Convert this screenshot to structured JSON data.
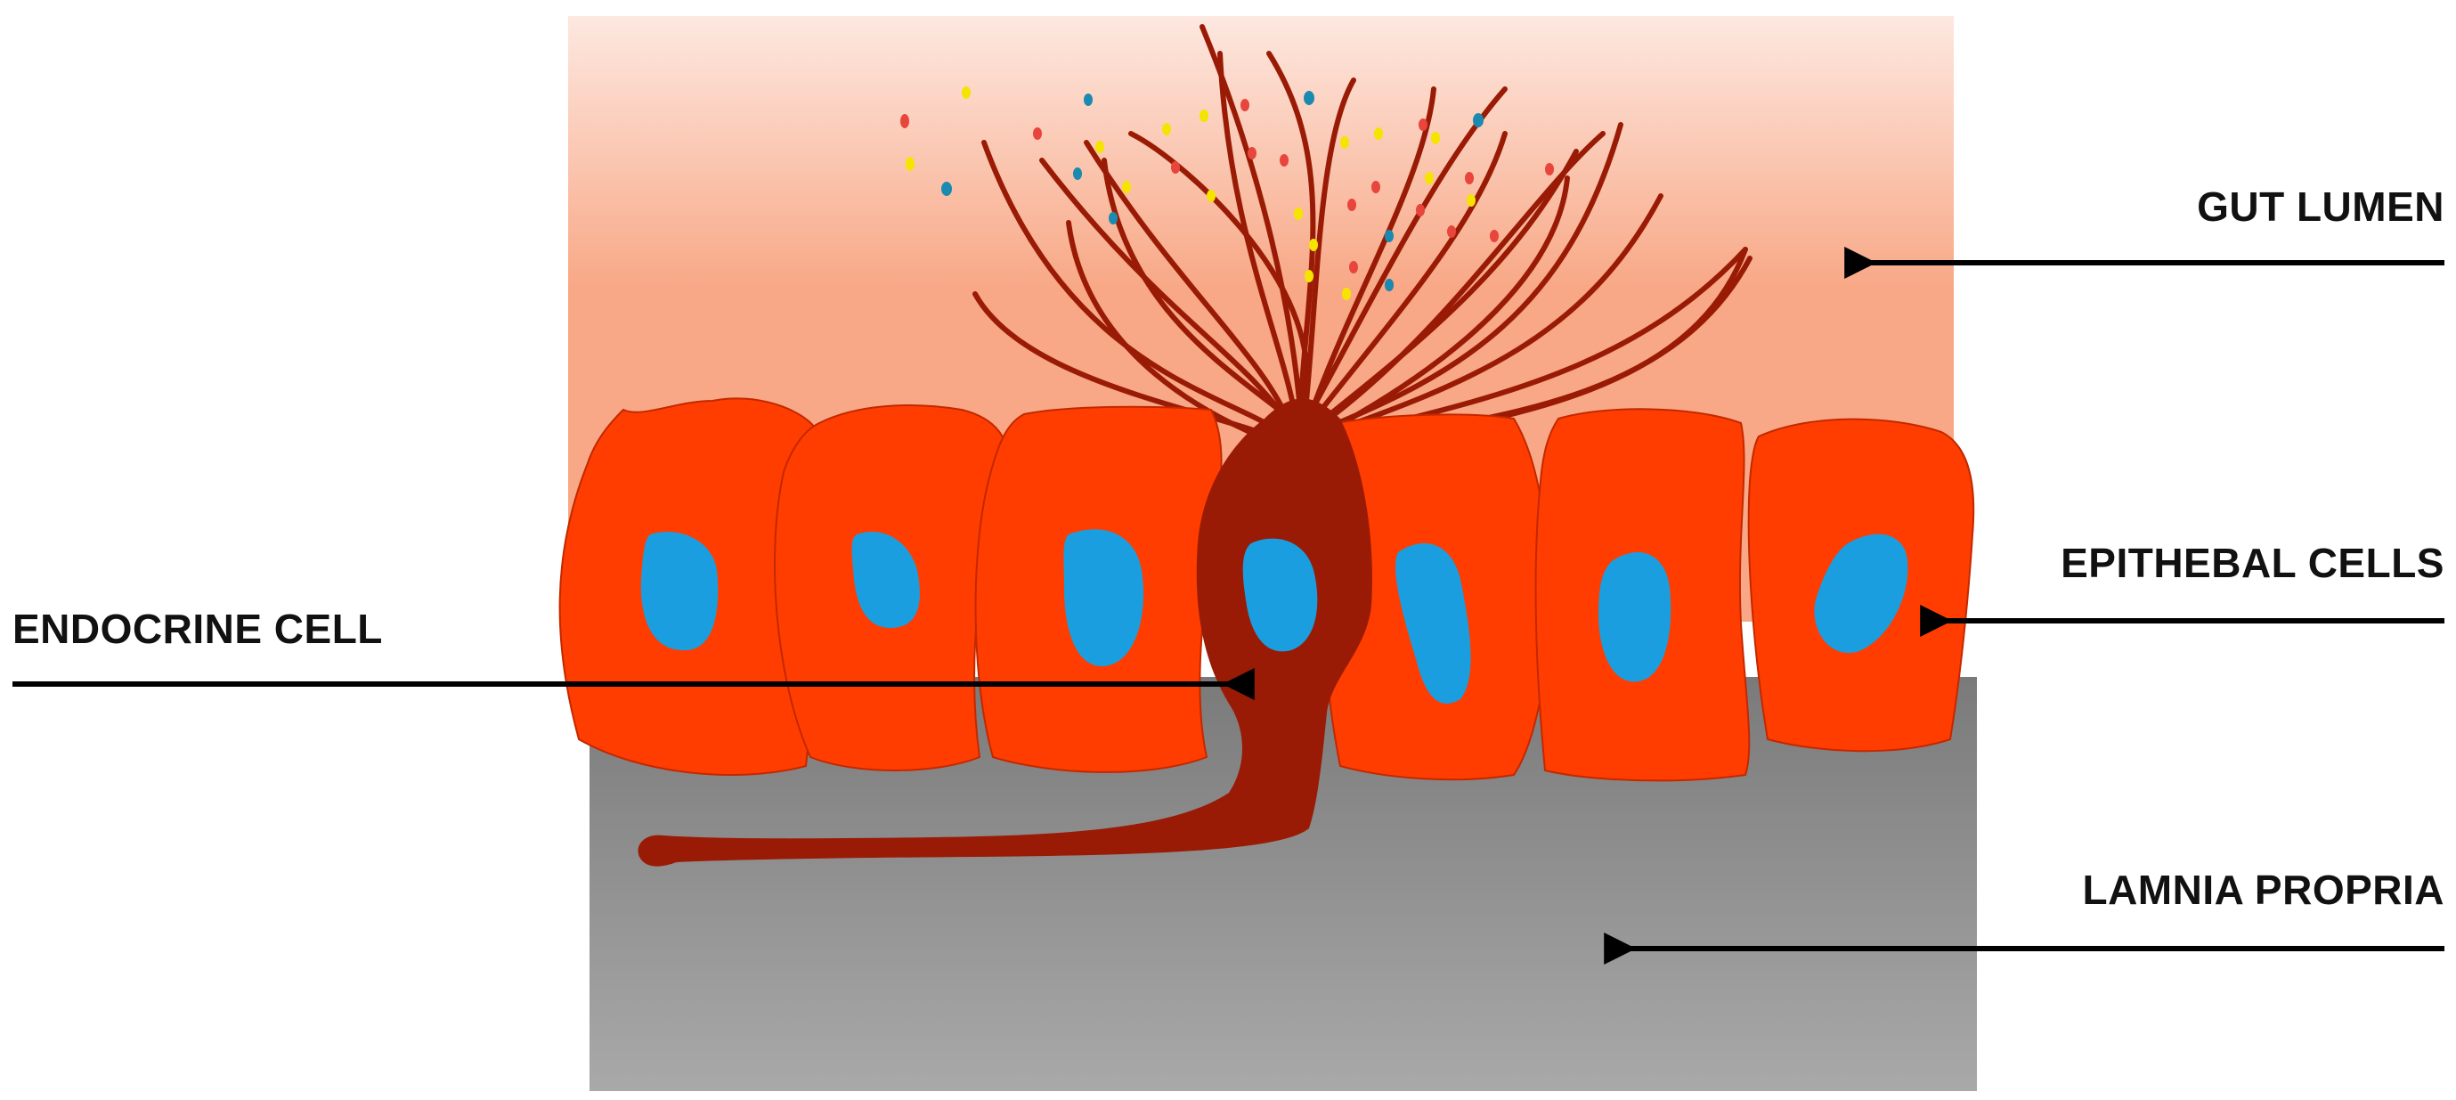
{
  "labels": {
    "gut_lumen": "GUT LUMEN",
    "epithelial_cells": "EPITHEBAL CELLS",
    "endocrine_cell": "ENDOCRINE CELL",
    "lamina_propria": "LAMNIA PROPRIA"
  },
  "colors": {
    "lumen_top": "#fde8e0",
    "lumen_bottom": "#f8a886",
    "epithelial_cell": "#ff3d00",
    "nucleus": "#1a9ee0",
    "endocrine_cell": "#9a1b05",
    "lamina_top": "#7d7d7d",
    "lamina_bottom": "#a8a8a8",
    "arrow": "#000000",
    "particle_red": "#e8453c",
    "particle_yellow": "#f5e400",
    "particle_blue": "#1a8ab0"
  }
}
